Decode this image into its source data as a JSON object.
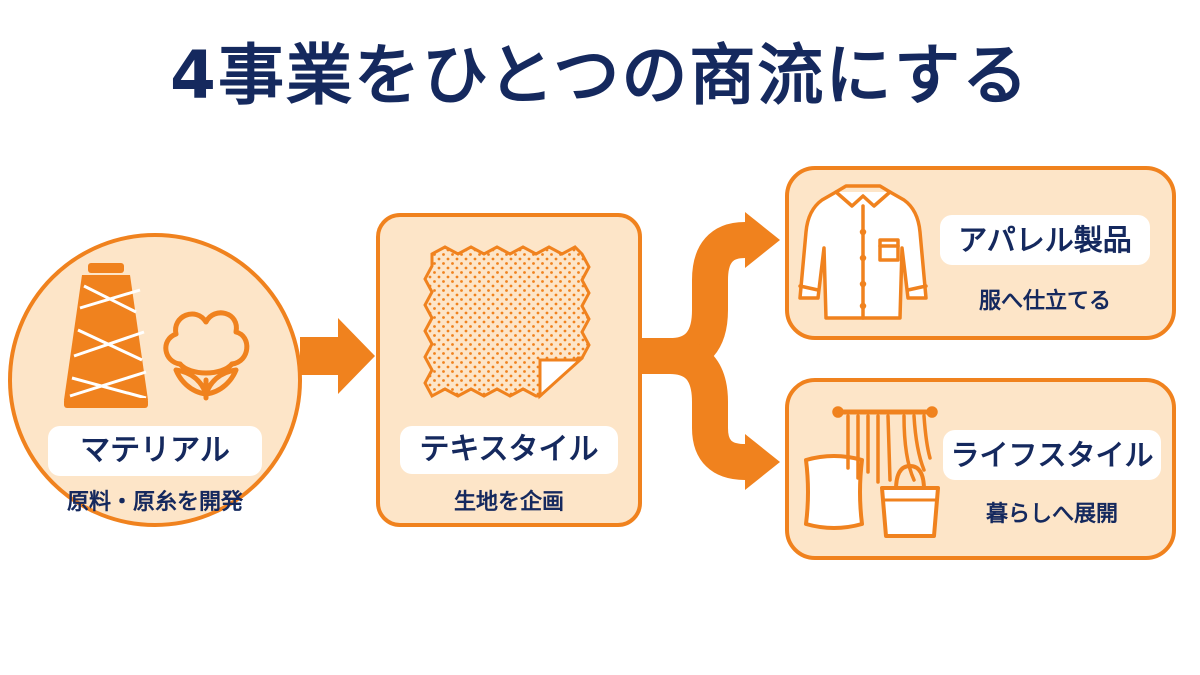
{
  "title": "4事業をひとつの商流にする",
  "colors": {
    "accent": "#f0821e",
    "fill": "#fde5c8",
    "navy": "#15295e",
    "white": "#ffffff"
  },
  "nodes": {
    "material": {
      "label": "マテリアル",
      "sub": "原料・原糸を開発",
      "icons": [
        "thread-cone-icon",
        "cotton-flower-icon"
      ]
    },
    "textile": {
      "label": "テキスタイル",
      "sub": "生地を企画",
      "icons": [
        "fabric-swatch-icon"
      ]
    },
    "apparel": {
      "label": "アパレル製品",
      "sub": "服へ仕立てる",
      "icons": [
        "shirt-icon"
      ]
    },
    "lifestyle": {
      "label": "ライフスタイル",
      "sub": "暮らしへ展開",
      "icons": [
        "pillow-icon",
        "curtain-icon",
        "tote-bag-icon"
      ]
    }
  }
}
